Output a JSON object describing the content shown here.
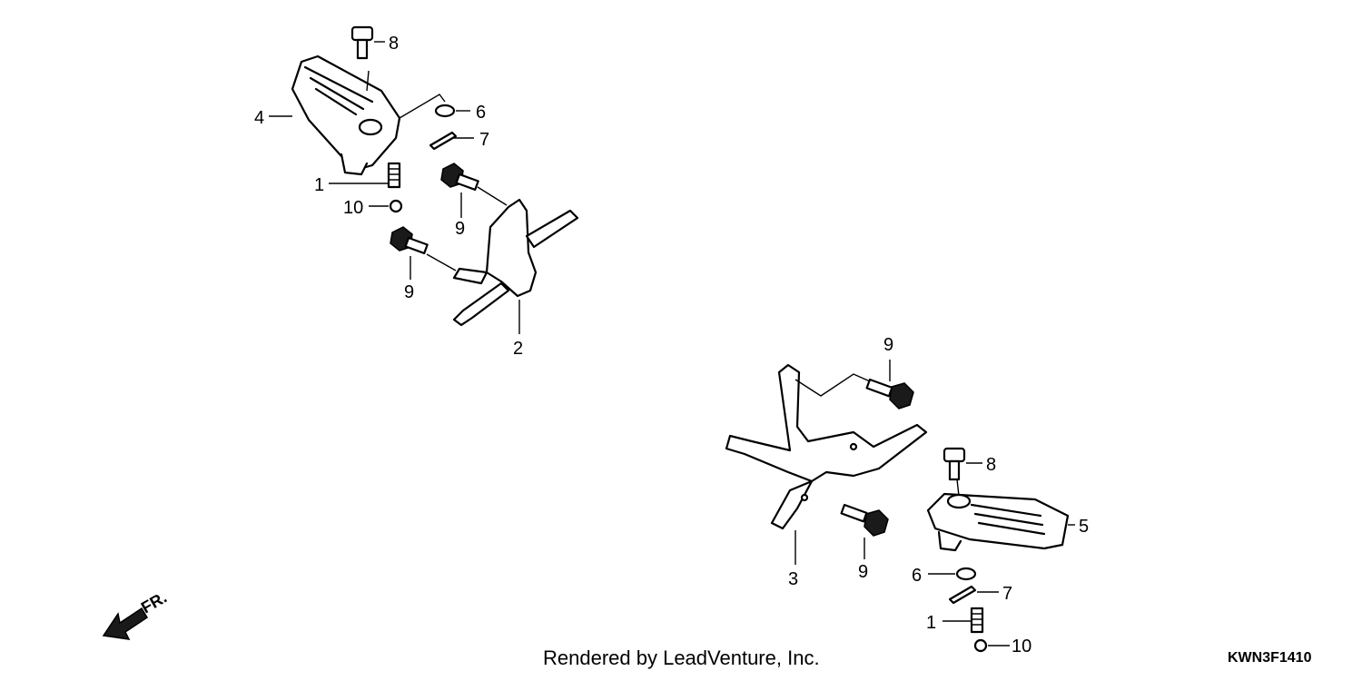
{
  "labels": {
    "p1_top": "1",
    "p2": "2",
    "p3": "3",
    "p4": "4",
    "p5": "5",
    "p6_top": "6",
    "p7_top": "7",
    "p8_top": "8",
    "p9_a": "9",
    "p9_b": "9",
    "p10_top": "10",
    "p9_c": "9",
    "p9_d": "9",
    "p8_bot": "8",
    "p6_bot": "6",
    "p7_bot": "7",
    "p1_bot": "1",
    "p10_bot": "10"
  },
  "direction": {
    "text": "FR."
  },
  "footer": {
    "credit": "Rendered by LeadVenture, Inc.",
    "code": "KWN3F1410"
  }
}
